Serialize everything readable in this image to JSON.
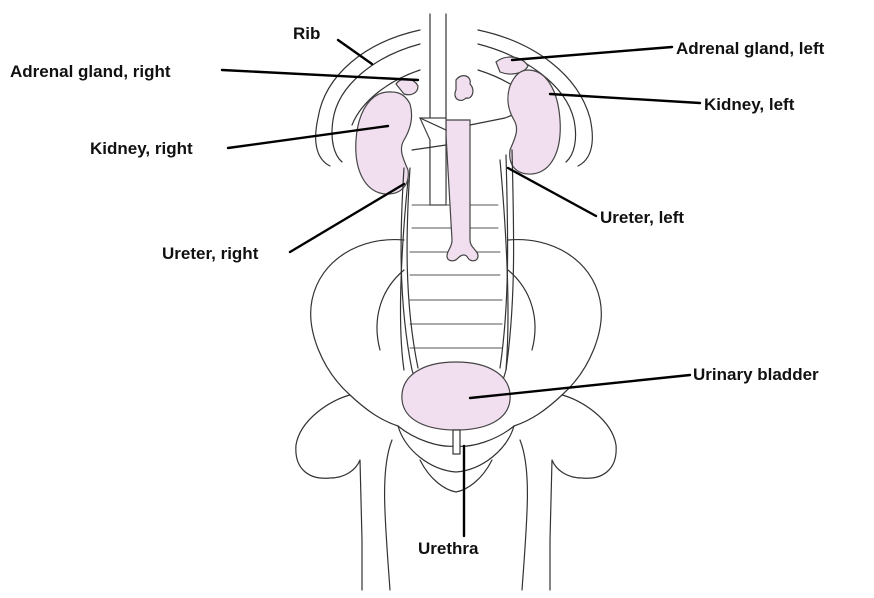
{
  "diagram": {
    "labels": {
      "rib": "Rib",
      "adrenal_right": "Adrenal gland, right",
      "adrenal_left": "Adrenal gland, left",
      "kidney_right": "Kidney, right",
      "kidney_left": "Kidney, left",
      "ureter_right": "Ureter, right",
      "ureter_left": "Ureter, left",
      "bladder": "Urinary bladder",
      "urethra": "Urethra"
    },
    "colors": {
      "organ_fill": "#f1dff0",
      "line": "#333333",
      "label_text": "#111111"
    }
  }
}
